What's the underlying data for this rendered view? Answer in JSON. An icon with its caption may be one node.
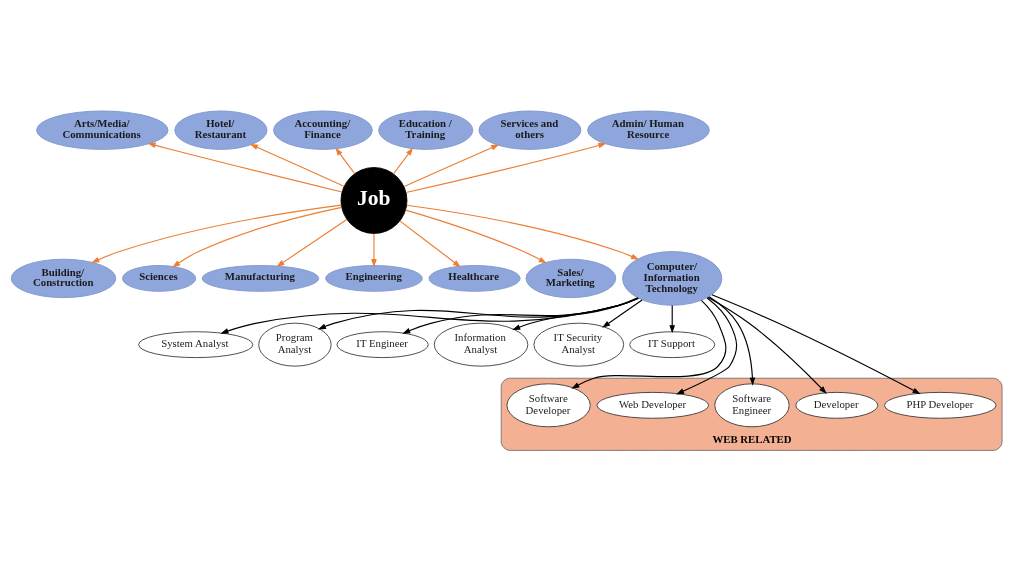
{
  "diagram": {
    "nodes": [
      {
        "text": [
          "Job"
        ]
      },
      {
        "text": [
          "Arts/Media/ Communications"
        ]
      },
      {
        "text": [
          "Hotel/ Restaurant"
        ]
      },
      {
        "text": [
          "Accounting/ Finance"
        ]
      },
      {
        "text": [
          "Education / Training"
        ]
      },
      {
        "text": [
          "Services and others"
        ]
      },
      {
        "text": [
          "Admin/ Human Resource"
        ]
      },
      {
        "text": [
          "Building/ Construction"
        ]
      },
      {
        "text": [
          "Sciences"
        ]
      },
      {
        "text": [
          "Manufacturing"
        ]
      },
      {
        "text": [
          "Engineering"
        ]
      },
      {
        "text": [
          "Healthcare"
        ]
      },
      {
        "text": [
          "Sales/ Marketing"
        ]
      },
      {
        "text": [
          "Computer/ Information Technology"
        ]
      },
      {
        "text": [
          "System Analyst"
        ]
      },
      {
        "text": [
          "Program Analyst"
        ]
      },
      {
        "text": [
          "IT Engineer"
        ]
      },
      {
        "text": [
          "Information Analyst"
        ]
      },
      {
        "text": [
          "IT Security Analyst"
        ]
      },
      {
        "text": [
          "IT Support"
        ]
      },
      {
        "text": [
          "WEB RELATED"
        ]
      },
      {
        "text": [
          "Software Developer"
        ],
        "in": 20
      },
      {
        "text": [
          "Web Developer"
        ],
        "in": 20
      },
      {
        "text": [
          "Software Engineer"
        ],
        "in": 20
      },
      {
        "text": [
          "Developer"
        ],
        "in": 20
      },
      {
        "text": [
          "PHP Developer"
        ],
        "in": 20
      }
    ],
    "edges": [
      {
        "from": 0,
        "to": 1,
        "arrow": "to"
      },
      {
        "from": 0,
        "to": 2,
        "arrow": "to"
      },
      {
        "from": 0,
        "to": 3,
        "arrow": "to"
      },
      {
        "from": 0,
        "to": 4,
        "arrow": "to"
      },
      {
        "from": 0,
        "to": 5,
        "arrow": "to"
      },
      {
        "from": 0,
        "to": 6,
        "arrow": "to"
      },
      {
        "from": 0,
        "to": 7,
        "arrow": "to"
      },
      {
        "from": 0,
        "to": 8,
        "arrow": "to"
      },
      {
        "from": 0,
        "to": 9,
        "arrow": "to"
      },
      {
        "from": 0,
        "to": 10,
        "arrow": "to"
      },
      {
        "from": 0,
        "to": 11,
        "arrow": "to"
      },
      {
        "from": 0,
        "to": 12,
        "arrow": "to"
      },
      {
        "from": 0,
        "to": 13,
        "arrow": "to"
      },
      {
        "from": 13,
        "to": 14,
        "arrow": "to",
        "color": "#000000"
      },
      {
        "from": 13,
        "to": 15,
        "arrow": "to",
        "color": "#000000"
      },
      {
        "from": 13,
        "to": 16,
        "arrow": "to",
        "color": "#000000"
      },
      {
        "from": 13,
        "to": 17,
        "arrow": "to",
        "color": "#000000"
      },
      {
        "from": 13,
        "to": 18,
        "arrow": "to",
        "color": "#000000"
      },
      {
        "from": 13,
        "to": 19,
        "arrow": "to",
        "color": "#000000"
      },
      {
        "from": 13,
        "to": 21,
        "arrow": "to",
        "color": "#000000"
      },
      {
        "from": 13,
        "to": 22,
        "arrow": "to",
        "color": "#000000"
      },
      {
        "from": 13,
        "to": 23,
        "arrow": "to",
        "color": "#000000"
      },
      {
        "from": 13,
        "to": 24,
        "arrow": "to",
        "color": "#000000"
      },
      {
        "from": 13,
        "to": 25,
        "arrow": "to",
        "color": "#000000"
      }
    ]
  }
}
